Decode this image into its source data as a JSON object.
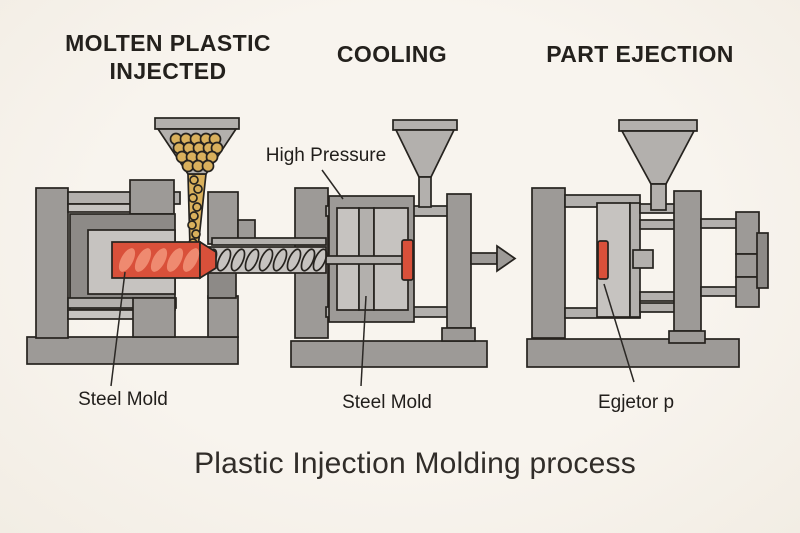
{
  "diagram_title": "Plastic Injection Molding process",
  "stages": [
    {
      "heading_line1": "MOLTEN PLASTIC",
      "heading_line2": "INJECTED"
    },
    {
      "heading": "COOLING"
    },
    {
      "heading": "PART EJECTION"
    }
  ],
  "labels": [
    {
      "text": "High Pressure",
      "points_to": "mold block of cooling stage"
    },
    {
      "text": "Steel Mold",
      "points_to": "mold of injection stage"
    },
    {
      "text": "Steel Mold",
      "points_to": "mold of cooling stage"
    },
    {
      "text": "Egjetor p",
      "points_to": "ejected part on open mold"
    }
  ],
  "colors": {
    "background": "#f6f2eb",
    "molten_plastic_red": "#d9503a",
    "molten_highlight": "#ef8a70",
    "molded_part_red": "#d9503a",
    "pellet_gold": "#d9b05c",
    "pellet_outline": "#6b5316",
    "machine_gray_light": "#c6c3c0",
    "machine_gray_mid": "#b3b0ad",
    "machine_gray": "#9d9a97",
    "machine_gray_dark": "#8d8a87",
    "outline": "#26231f",
    "text": "#24211d"
  }
}
